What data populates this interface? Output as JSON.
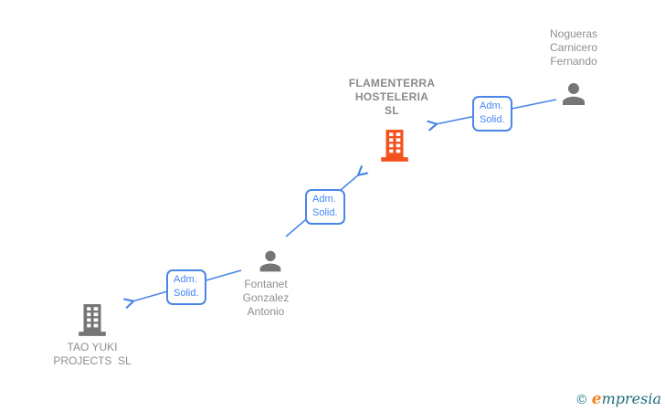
{
  "diagram": {
    "type": "company-relationship-graph",
    "nodes": [
      {
        "id": "flamenterra",
        "type": "company",
        "highlight": true,
        "label": "FLAMENTERRA\nHOSTELERIA\nSL"
      },
      {
        "id": "nogueras",
        "type": "person",
        "highlight": false,
        "label": "Nogueras\nCarnicero\nFernando"
      },
      {
        "id": "fontanet",
        "type": "person",
        "highlight": false,
        "label": "Fontanet\nGonzalez\nAntonio"
      },
      {
        "id": "taoyuki",
        "type": "company",
        "highlight": false,
        "label": "TAO YUKI\nPROJECTS  SL"
      }
    ],
    "edges": [
      {
        "from": "nogueras",
        "to": "flamenterra",
        "label": "Adm.\nSolid."
      },
      {
        "from": "fontanet",
        "to": "flamenterra",
        "label": "Adm.\nSolid."
      },
      {
        "from": "fontanet",
        "to": "taoyuki",
        "label": "Adm.\nSolid."
      }
    ]
  },
  "colors": {
    "edge_blue": "#4a86e8",
    "edge_label_text": "#4285f4",
    "icon_gray": "#757575",
    "company_highlight_orange": "#f4511e",
    "text_gray": "#8e8e8e",
    "logo_teal": "#1d6b7c",
    "logo_orange": "#f08226"
  },
  "footer": {
    "copyright": "©",
    "brand_first_letter": "e",
    "brand_rest": "mpresia"
  }
}
